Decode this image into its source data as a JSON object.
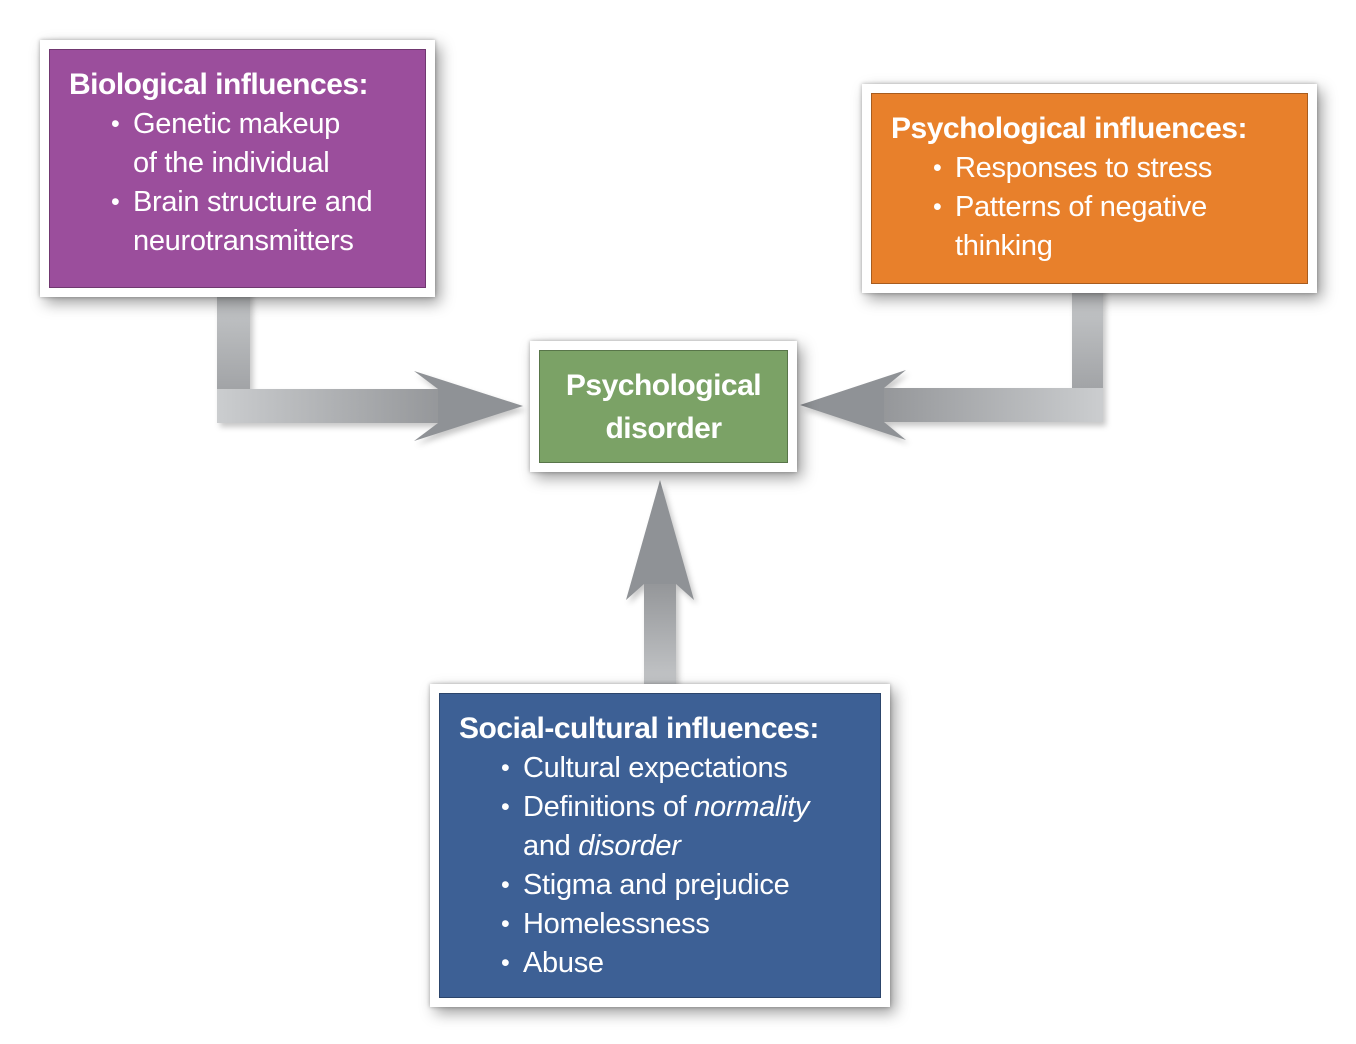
{
  "colors": {
    "background": "#ffffff",
    "biological": "#9b4e9c",
    "psychological": "#e8802b",
    "social": "#3d6095",
    "disorder": "#7ba266",
    "arrow_light": "#cbcdcf",
    "arrow_dark": "#95979a",
    "arrow_head": "#8f9296",
    "text": "#ffffff"
  },
  "bullet_char": "•",
  "boxes": {
    "biological": {
      "title": "Biological influences:",
      "bullets": [
        {
          "lines": [
            "Genetic makeup",
            "of the individual"
          ]
        },
        {
          "lines": [
            "Brain structure and",
            "neurotransmitters"
          ]
        }
      ]
    },
    "psychological": {
      "title": "Psychological influences:",
      "bullets": [
        {
          "lines": [
            "Responses to stress"
          ]
        },
        {
          "lines": [
            "Patterns of negative",
            "thinking"
          ]
        }
      ]
    },
    "social": {
      "title": "Social-cultural influences:",
      "bullets": [
        {
          "lines": [
            "Cultural expectations"
          ]
        },
        {
          "lines": [
            [
              {
                "t": "Definitions of "
              },
              {
                "t": "normality",
                "i": true
              }
            ],
            [
              {
                "t": "and "
              },
              {
                "t": "disorder",
                "i": true
              }
            ]
          ]
        },
        {
          "lines": [
            "Stigma and prejudice"
          ]
        },
        {
          "lines": [
            "Homelessness"
          ]
        },
        {
          "lines": [
            "Abuse"
          ]
        }
      ]
    },
    "disorder": {
      "line1": "Psychological",
      "line2": "disorder"
    }
  },
  "arrows": [
    {
      "name": "biological-to-disorder"
    },
    {
      "name": "psychological-to-disorder"
    },
    {
      "name": "social-to-disorder"
    }
  ]
}
